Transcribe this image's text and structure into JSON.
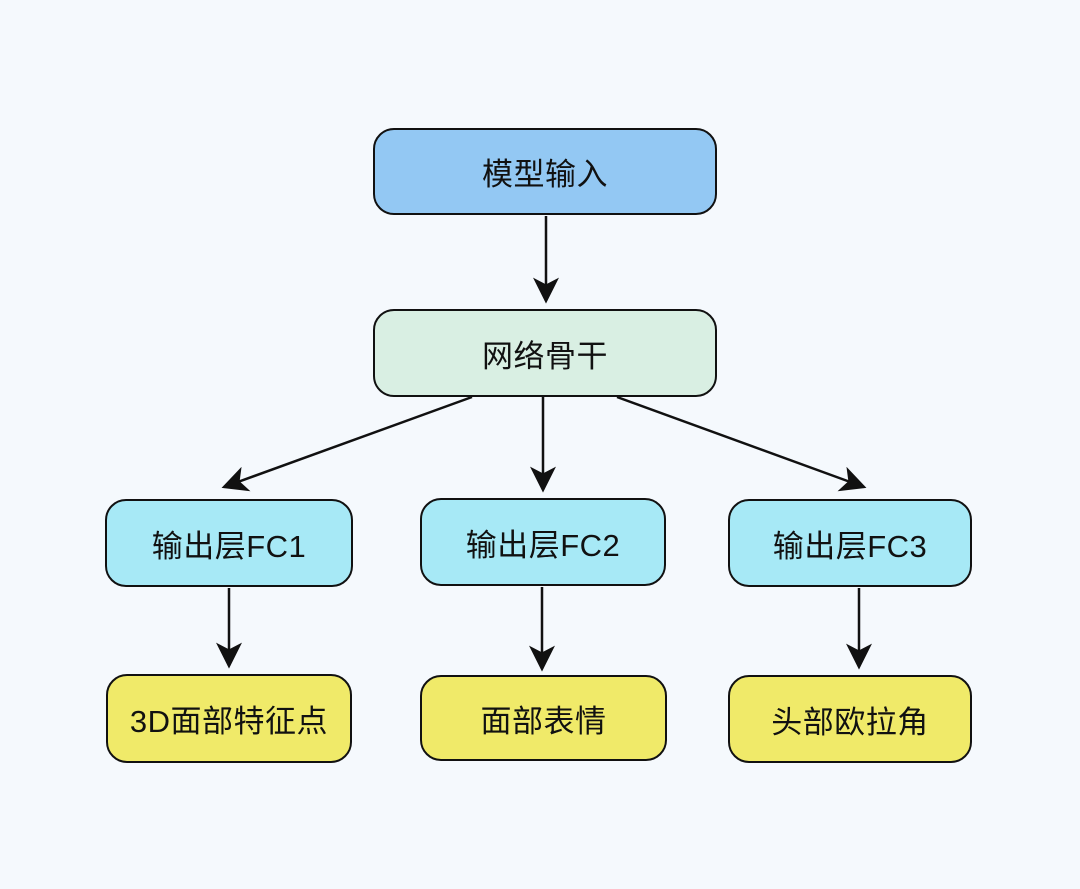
{
  "diagram": {
    "type": "flowchart",
    "direction": "top-down",
    "colors": {
      "background": "#f5f9fd",
      "edge": "#111111",
      "node_border": "#111111",
      "node_input_fill": "#93c8f3",
      "node_backbone_fill": "#d9efe3",
      "node_fc_fill": "#a7e9f6",
      "node_result_fill": "#f0ea69"
    },
    "nodes": [
      {
        "id": "model-input",
        "label": "模型输入",
        "fill": "#93c8f3"
      },
      {
        "id": "backbone",
        "label": "网络骨干",
        "fill": "#d9efe3"
      },
      {
        "id": "fc1",
        "label": "输出层FC1",
        "fill": "#a7e9f6"
      },
      {
        "id": "fc2",
        "label": "输出层FC2",
        "fill": "#a7e9f6"
      },
      {
        "id": "fc3",
        "label": "输出层FC3",
        "fill": "#a7e9f6"
      },
      {
        "id": "landmarks-3d",
        "label": "3D面部特征点",
        "fill": "#f0ea69"
      },
      {
        "id": "expression",
        "label": "面部表情",
        "fill": "#f0ea69"
      },
      {
        "id": "euler-angles",
        "label": "头部欧拉角",
        "fill": "#f0ea69"
      }
    ],
    "edges": [
      {
        "from": "model-input",
        "to": "backbone"
      },
      {
        "from": "backbone",
        "to": "fc1"
      },
      {
        "from": "backbone",
        "to": "fc2"
      },
      {
        "from": "backbone",
        "to": "fc3"
      },
      {
        "from": "fc1",
        "to": "landmarks-3d"
      },
      {
        "from": "fc2",
        "to": "expression"
      },
      {
        "from": "fc3",
        "to": "euler-angles"
      }
    ]
  }
}
